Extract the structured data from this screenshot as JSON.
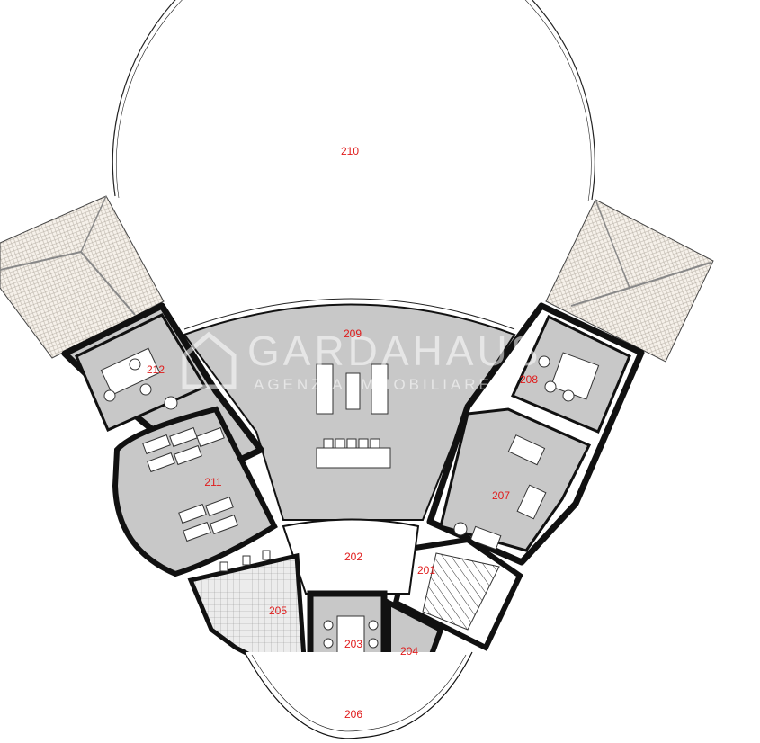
{
  "plan": {
    "rooms": [
      {
        "id": "201",
        "label": "201"
      },
      {
        "id": "202",
        "label": "202"
      },
      {
        "id": "203",
        "label": "203"
      },
      {
        "id": "204",
        "label": "204"
      },
      {
        "id": "205",
        "label": "205"
      },
      {
        "id": "206",
        "label": "206"
      },
      {
        "id": "207",
        "label": "207"
      },
      {
        "id": "208",
        "label": "208"
      },
      {
        "id": "209",
        "label": "209"
      },
      {
        "id": "210",
        "label": "210"
      },
      {
        "id": "211",
        "label": "211"
      },
      {
        "id": "212",
        "label": "212"
      }
    ]
  },
  "watermark": {
    "brand": "GARDAHAUS",
    "tagline": "AGENZIA IMMOBILIARE"
  },
  "colors": {
    "wall": "#111111",
    "room_fill": "#c8c8c8",
    "floor_fill": "#ffffff",
    "label": "#e01b1b",
    "roof": "#f4efe8"
  }
}
